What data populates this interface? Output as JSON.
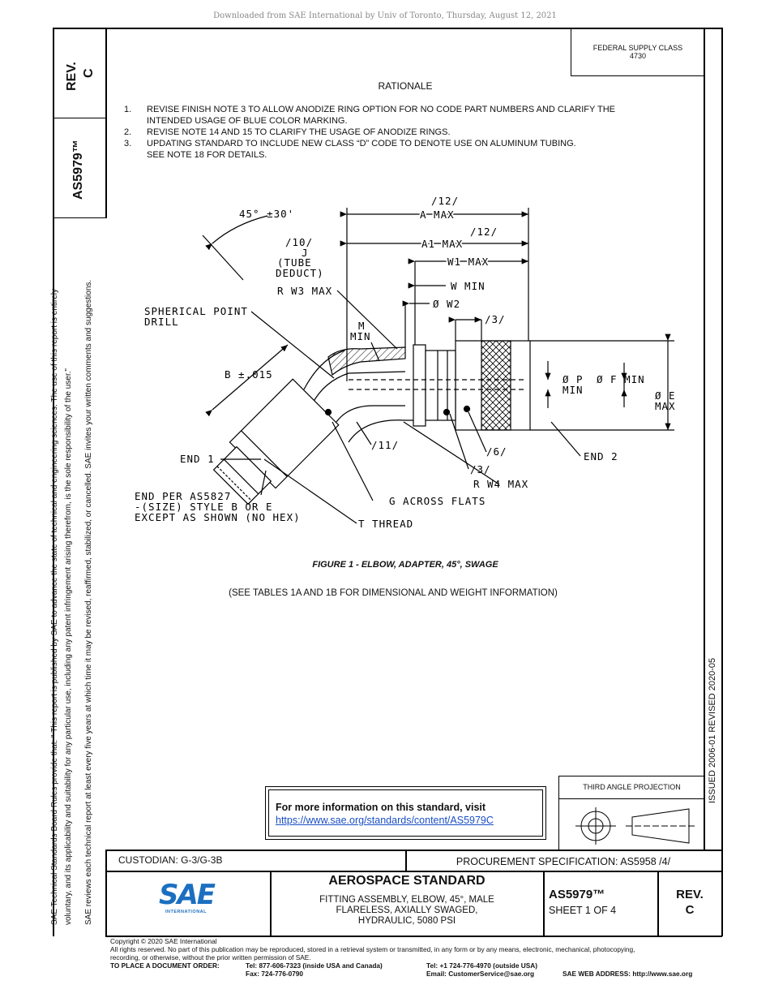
{
  "download_banner": "Downloaded from SAE International by Univ of Toronto, Thursday, August 12, 2021",
  "left_block": {
    "rev_label": "REV.",
    "rev_value": "C",
    "doc_number": "AS5979™"
  },
  "side_notes": {
    "line1": "SAE Technical Standards Board Rules provide that: \"  This report is published by SAE to advance the state of technical and engineering sciences. The use of this report is entirely",
    "line2": "voluntary, and its applicability and suitability for any particular use, including any patent infringement arising therefrom, is the sole responsibility of the user.\"",
    "line3": "SAE reviews each technical report at least every five years at which time it may be revised, reaffirmed, stabilized, or cancelled. SAE invites your written comments and suggestions."
  },
  "federal_supply": {
    "label": "FEDERAL SUPPLY CLASS",
    "value": "4730"
  },
  "rationale": {
    "title": "RATIONALE",
    "items": [
      {
        "num": "1.",
        "line1": "REVISE FINISH NOTE 3 TO ALLOW ANODIZE RING OPTION FOR NO CODE PART NUMBERS AND CLARIFY THE",
        "line2": "INTENDED USAGE OF BLUE COLOR MARKING."
      },
      {
        "num": "2.",
        "line1": "REVISE NOTE 14 AND 15 TO CLARIFY THE USAGE OF ANODIZE RINGS.",
        "line2": ""
      },
      {
        "num": "3.",
        "line1": "UPDATING STANDARD TO INCLUDE NEW CLASS “D” CODE TO DENOTE USE ON ALUMINUM TUBING.",
        "line2": "SEE NOTE 18 FOR DETAILS."
      }
    ]
  },
  "drawing": {
    "labels": {
      "angle": "45° ±30'",
      "a_note": "/12/",
      "a_max": "A MAX",
      "a1_note": "/12/",
      "a1_max": "A1 MAX",
      "j_note": "/10/",
      "j": "J",
      "tube_deduct1": "(TUBE",
      "tube_deduct2": "DEDUCT)",
      "w1_max": "W1 MAX",
      "r_w3": "R W3 MAX",
      "w_min": "W MIN",
      "phi_w2": "Ø W2",
      "spherical1": "SPHERICAL POINT",
      "spherical2": "DRILL",
      "m": "M",
      "min": "MIN",
      "note3_top": "/3/",
      "b": "B ±.015",
      "phi_p": "Ø P",
      "p_min": "MIN",
      "phi_f": "Ø F MIN",
      "phi_e": "Ø E",
      "e_max": "MAX",
      "note11": "/11/",
      "note6": "/6/",
      "end2": "END 2",
      "end1": "END 1",
      "note3_bot": "/3/",
      "r_w4": "R W4 MAX",
      "g_flats": "G ACROSS FLATS",
      "end_per1": "END PER AS5827",
      "end_per2": "-(SIZE) STYLE B OR E",
      "end_per3": "EXCEPT AS SHOWN (NO HEX)",
      "t_thread": "T THREAD"
    }
  },
  "figure_caption": "FIGURE 1 - ELBOW, ADAPTER, 45°, SWAGE",
  "tables_note": "(SEE TABLES 1A AND 1B FOR DIMENSIONAL AND WEIGHT INFORMATION)",
  "issued_text": "ISSUED 2006-01    REVISED 2020-05",
  "info_box": {
    "heading": "For more information on this standard, visit",
    "link": "https://www.sae.org/standards/content/AS5979C"
  },
  "projection": {
    "label": "THIRD ANGLE PROJECTION"
  },
  "title_block": {
    "custodian": "CUSTODIAN: G-3/G-3B",
    "procurement": "PROCUREMENT SPECIFICATION: AS5958 /4/",
    "logo_text": "SAE",
    "logo_sub": "INTERNATIONAL",
    "standard_title": "AEROSPACE STANDARD",
    "desc1": "FITTING ASSEMBLY, ELBOW, 45°, MALE",
    "desc2": "FLARELESS, AXIALLY SWAGED,",
    "desc3": "HYDRAULIC, 5080 PSI",
    "doc_number": "AS5979™",
    "sheet": "SHEET 1 OF 4",
    "rev_label": "REV.",
    "rev_value": "C"
  },
  "footer": {
    "copyright": "Copyright © 2020 SAE International",
    "rights1": "All rights reserved. No part of this publication may be reproduced, stored in a retrieval system or transmitted, in any form or by any means, electronic, mechanical, photocopying,",
    "rights2": "recording, or otherwise, without the prior written permission of SAE.",
    "order_label": "TO PLACE A DOCUMENT ORDER:",
    "tel_us": "Tel:  877-606-7323 (inside USA and Canada)",
    "fax": "Fax:  724-776-0790",
    "tel_intl": "Tel:   +1 724-776-4970 (outside USA)",
    "email": "Email: CustomerService@sae.org",
    "web": "SAE WEB ADDRESS: http://www.sae.org"
  },
  "colors": {
    "sae_blue": "#1c6fc0",
    "link": "#1a4fc4"
  }
}
